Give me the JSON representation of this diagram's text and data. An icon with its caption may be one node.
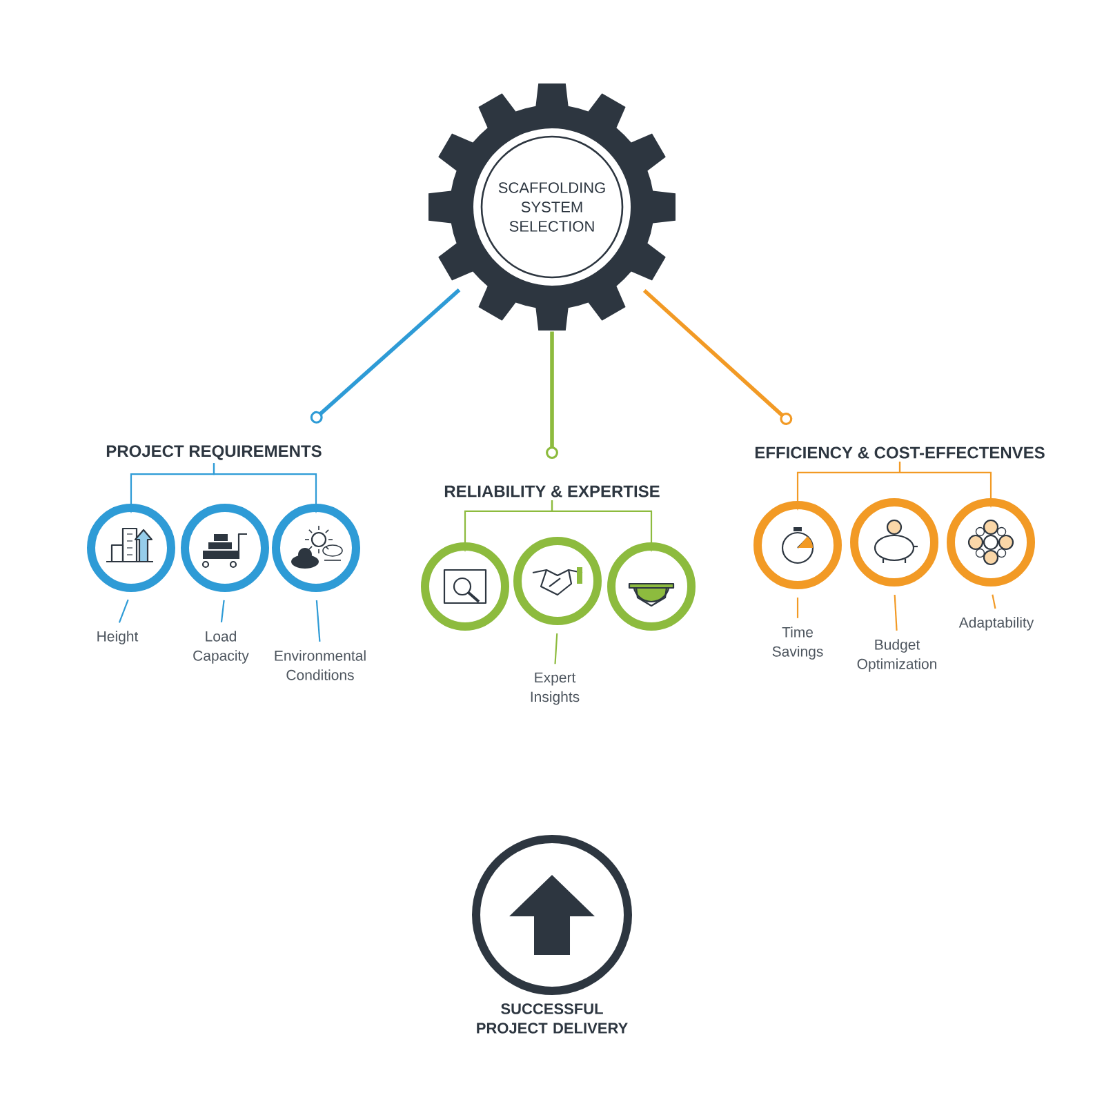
{
  "diagram": {
    "nodes": [
      {
        "text": [
          "SCAFFOLDING SYSTEM SELECTION"
        ]
      },
      {
        "text": [
          "PROJECT REQUIREMENTS"
        ]
      },
      {
        "text": [
          "RELIABILITY & EXPERTISE"
        ]
      },
      {
        "text": [
          "EFFICIENCY & COST-EFFECTENVES"
        ]
      },
      {
        "text": [],
        "shape": "circle"
      },
      {
        "text": [],
        "shape": "circle"
      },
      {
        "text": [],
        "shape": "circle"
      },
      {
        "text": [],
        "shape": "circle"
      },
      {
        "text": [],
        "shape": "circle"
      },
      {
        "text": [],
        "shape": "circle"
      },
      {
        "text": [],
        "shape": "circle"
      },
      {
        "text": [],
        "shape": "circle"
      },
      {
        "text": [],
        "shape": "circle"
      },
      {
        "text": [
          "Height"
        ]
      },
      {
        "text": [
          "Load Capacity"
        ]
      },
      {
        "text": [
          "Environmental Conditions"
        ]
      },
      {
        "text": [
          "Expert Insights"
        ]
      },
      {
        "text": [
          "Time Savings"
        ]
      },
      {
        "text": [
          "Budget Optimization"
        ]
      },
      {
        "text": [
          "Adaptability"
        ]
      },
      {
        "text": [
          "SUCCESSFUL PROJECT DELIVERY"
        ]
      }
    ],
    "edges": [
      {
        "from": 0,
        "to": 1,
        "arrow": "other",
        "color": "#2e9bd6",
        "style": "thick"
      },
      {
        "from": 0,
        "to": 2,
        "arrow": "other",
        "color": "#8dbb3e",
        "style": "thick"
      },
      {
        "from": 0,
        "to": 3,
        "arrow": "other",
        "color": "#f29a25",
        "style": "thick"
      },
      {
        "from": 1,
        "to": 4,
        "arrow": "to",
        "color": "#2e9bd6"
      },
      {
        "from": 1,
        "to": 6,
        "arrow": "to",
        "color": "#2e9bd6"
      },
      {
        "from": 2,
        "to": 7,
        "arrow": "to",
        "color": "#8dbb3e"
      },
      {
        "from": 2,
        "to": 9,
        "arrow": "to",
        "color": "#8dbb3e"
      },
      {
        "from": 3,
        "to": 10,
        "arrow": "to",
        "color": "#f29a25"
      },
      {
        "from": 3,
        "to": 12,
        "arrow": "to",
        "color": "#f29a25"
      },
      {
        "from": 4,
        "to": 13,
        "arrow": "none",
        "color": "#2e9bd6"
      },
      {
        "from": 5,
        "to": 14,
        "arrow": "none",
        "color": "#2e9bd6"
      },
      {
        "from": 6,
        "to": 15,
        "arrow": "none",
        "color": "#2e9bd6"
      },
      {
        "from": 8,
        "to": 16,
        "arrow": "none",
        "color": "#8dbb3e"
      },
      {
        "from": 10,
        "to": 17,
        "arrow": "none",
        "color": "#f29a25"
      },
      {
        "from": 11,
        "to": 18,
        "arrow": "none",
        "color": "#f29a25"
      },
      {
        "from": 12,
        "to": 19,
        "arrow": "none",
        "color": "#f29a25"
      }
    ]
  }
}
